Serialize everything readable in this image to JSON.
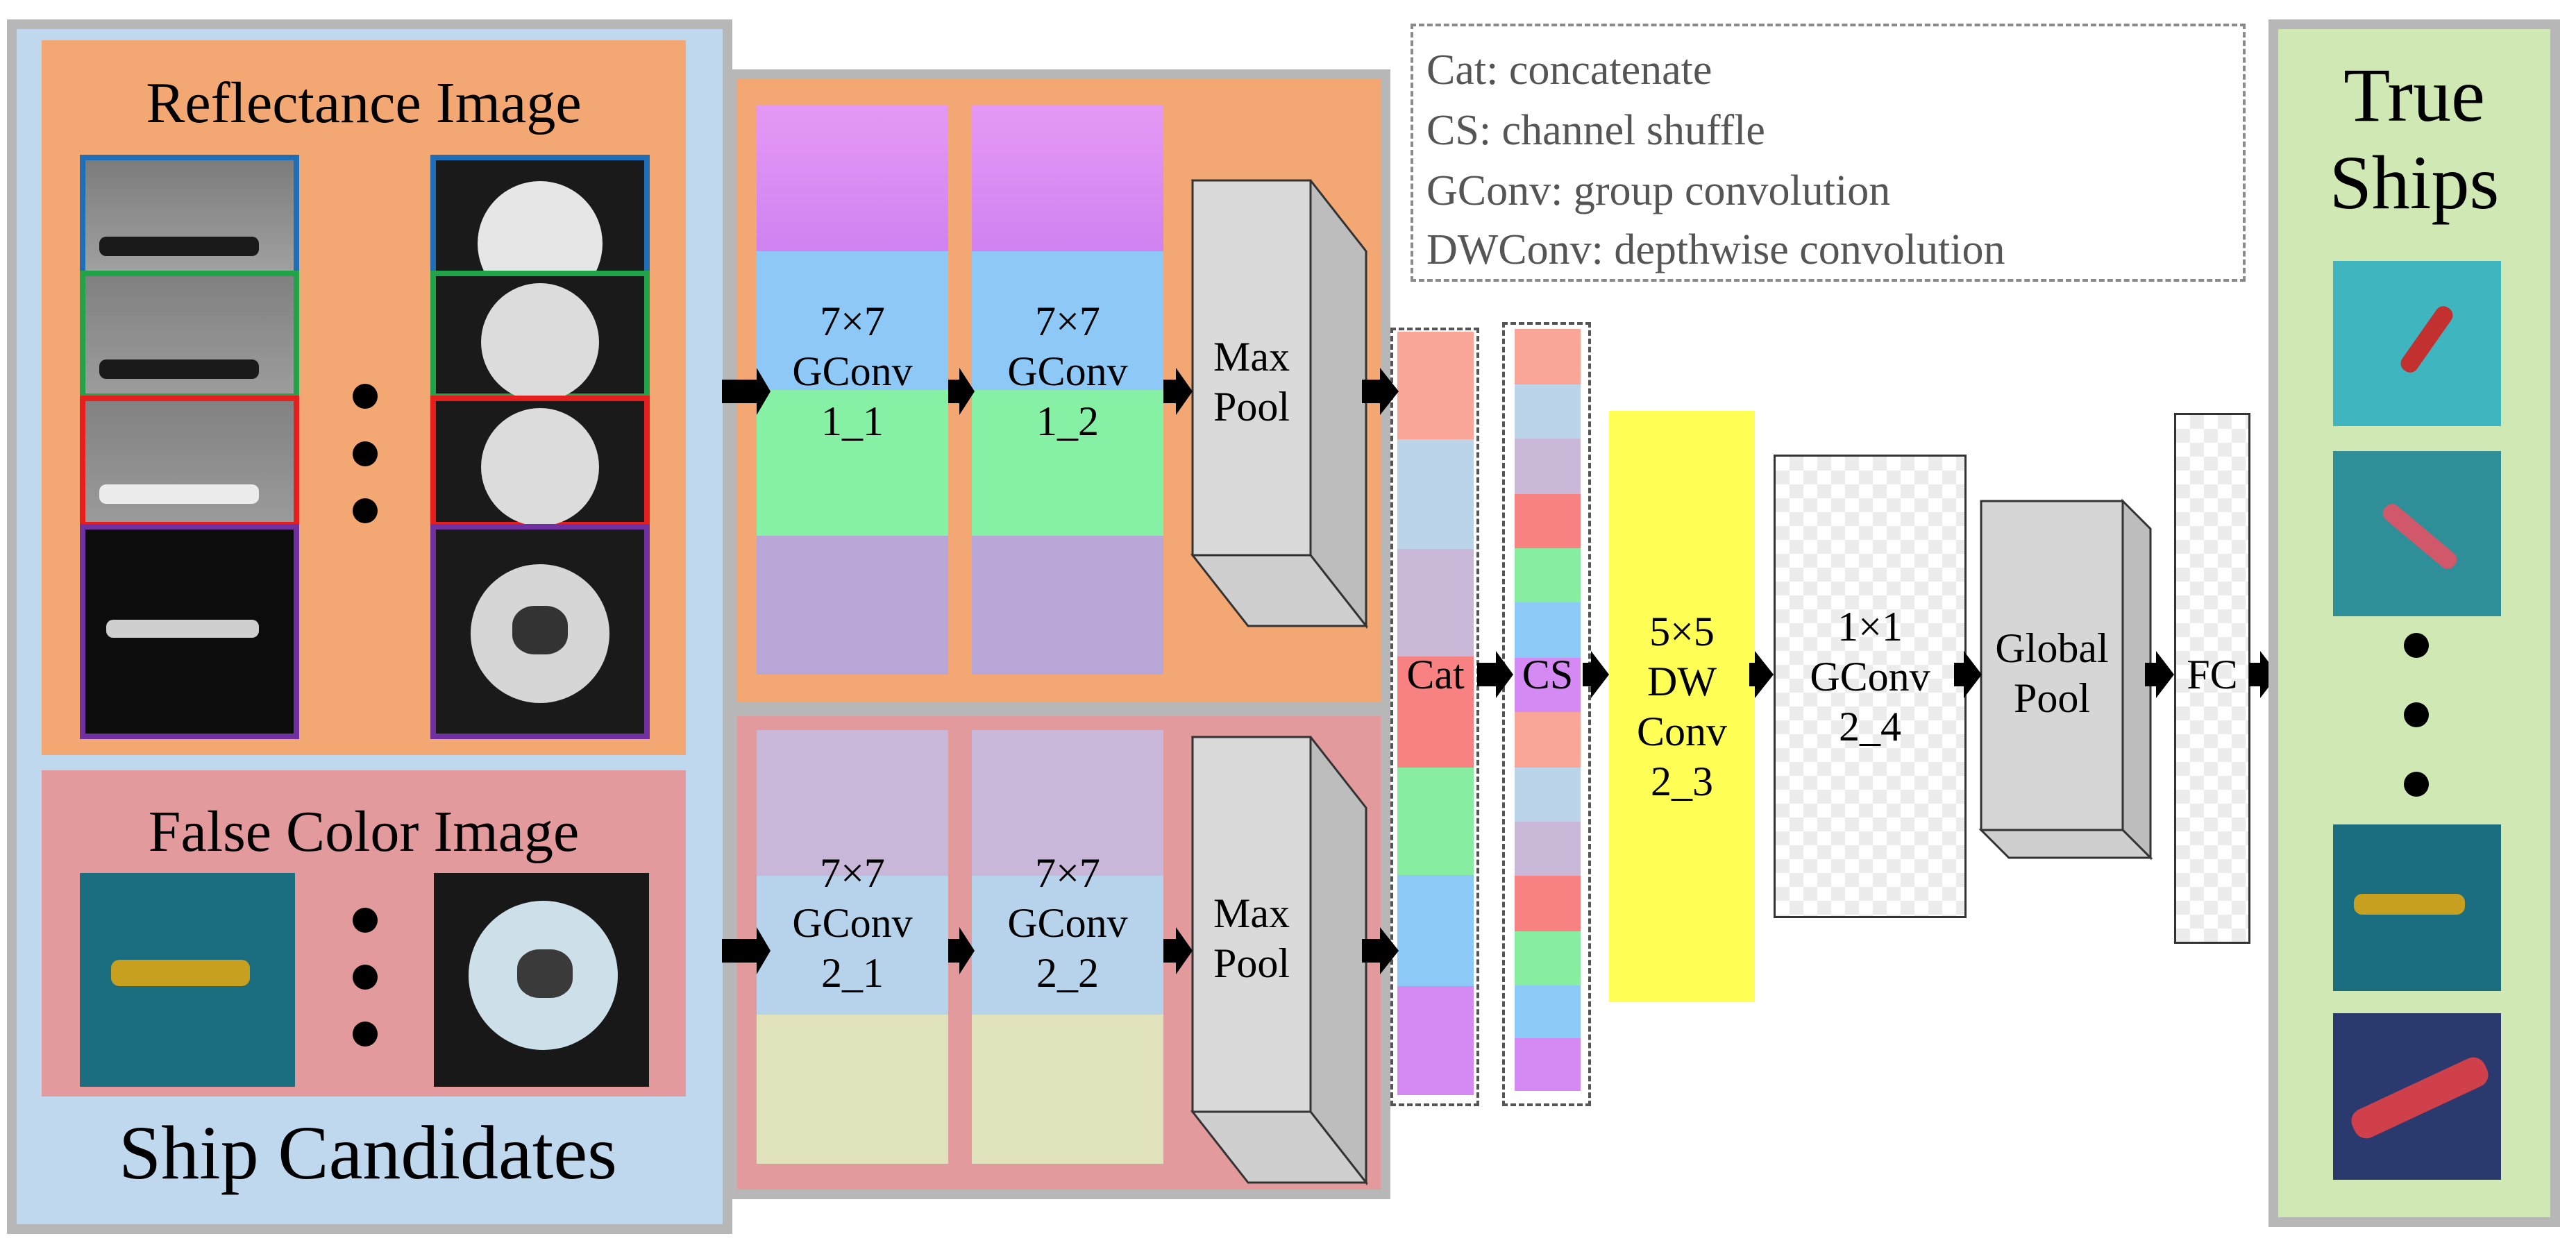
{
  "legend": {
    "lines": [
      "Cat: concatenate",
      "CS: channel shuffle",
      "GConv: group convolution",
      "DWConv: depthwise convolution"
    ]
  },
  "candidates": {
    "title": "Ship Candidates",
    "reflectance_title": "Reflectance Image",
    "false_color_title": "False Color Image"
  },
  "branch_top": {
    "conv1": [
      "7×7",
      "GConv",
      "1_1"
    ],
    "conv2": [
      "7×7",
      "GConv",
      "1_2"
    ],
    "pool": [
      "Max",
      "Pool"
    ]
  },
  "branch_bottom": {
    "conv1": [
      "7×7",
      "GConv",
      "2_1"
    ],
    "conv2": [
      "7×7",
      "GConv",
      "2_2"
    ],
    "pool": [
      "Max",
      "Pool"
    ]
  },
  "cat_label": "Cat",
  "cs_label": "CS",
  "dwconv": [
    "5×5",
    "DW",
    "Conv",
    "2_3"
  ],
  "gconv24": [
    "1×1",
    "GConv",
    "2_4"
  ],
  "global_pool": [
    "Global",
    "Pool"
  ],
  "fc_label": "FC",
  "output": {
    "title_lines": [
      "True",
      "Ships"
    ]
  },
  "colors": {
    "orange_panel": "#f3a873",
    "pink_panel": "#e29a9c",
    "blue_panel": "#bfd8ee",
    "green_panel": "#cfe8b4",
    "yellow_block": "#ffff55"
  }
}
